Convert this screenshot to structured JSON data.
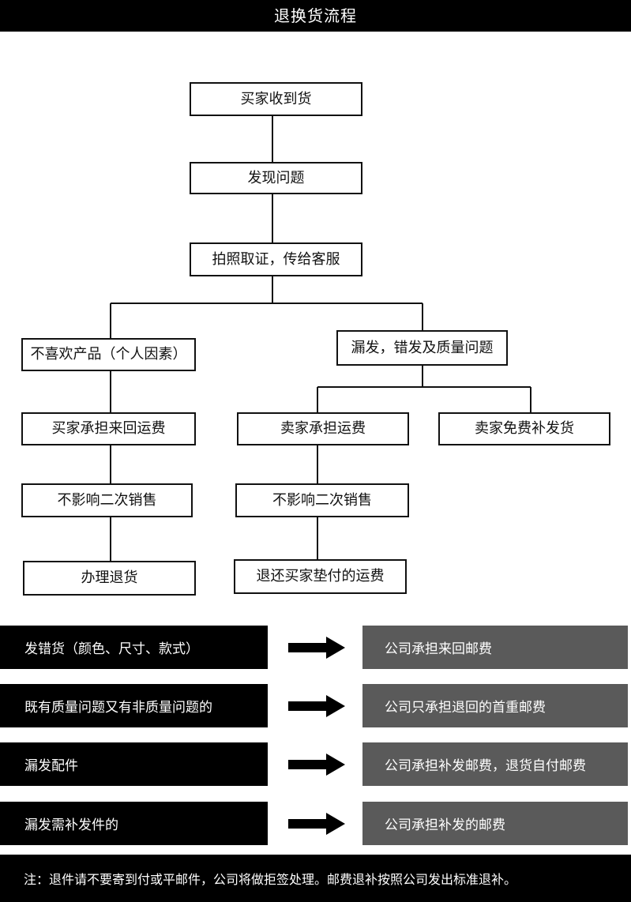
{
  "header": {
    "title": "退换货流程"
  },
  "flow": {
    "buyer_received": "买家收到货",
    "found_problem": "发现问题",
    "photo_evidence": "拍照取证，传给客服",
    "left_branch": {
      "reason": "不喜欢产品（个人因素）",
      "shipping": "买家承担来回运费",
      "no_resale_impact": "不影响二次销售",
      "process_return": "办理退货"
    },
    "right_branch": {
      "reason": "漏发，错发及质量问题",
      "seller_shipping": "卖家承担运费",
      "no_resale_impact": "不影响二次销售",
      "refund_shipping": "退还买家垫付的运费",
      "free_reship": "卖家免费补发货"
    }
  },
  "rules": [
    {
      "case": "发错货（颜色、尺寸、款式）",
      "policy": "公司承担来回邮费"
    },
    {
      "case": "既有质量问题又有非质量问题的",
      "policy": "公司只承担退回的首重邮费"
    },
    {
      "case": "漏发配件",
      "policy": "公司承担补发邮费，退货自付邮费"
    },
    {
      "case": "漏发需补发件的",
      "policy": "公司承担补发的邮费"
    }
  ],
  "note": "注：退件请不要寄到付或平邮件，公司将做拒签处理。邮费退补按照公司发出标准退补。"
}
